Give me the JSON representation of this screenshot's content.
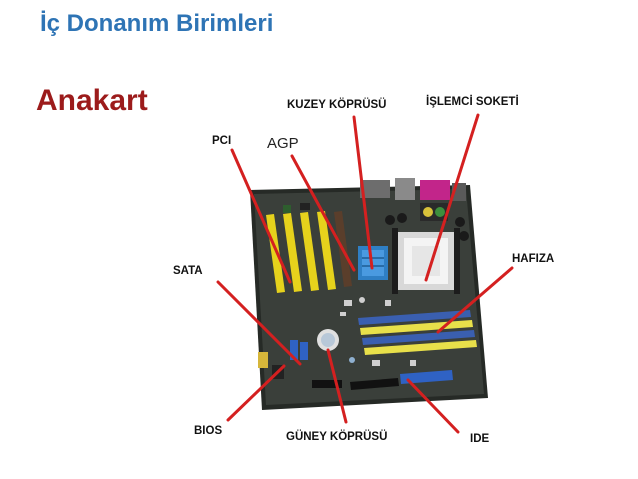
{
  "slide": {
    "title": "İç Donanım Birimleri",
    "subtitle": "Anakart"
  },
  "labels": {
    "kuzey_koprusu": "KUZEY KÖPRÜSÜ",
    "islemci_soketi": "İŞLEMCİ SOKETİ",
    "pci": "PCI",
    "agp": "AGP",
    "hafiza": "HAFIZA",
    "sata": "SATA",
    "bios": "BIOS",
    "guney_koprusu": "GÜNEY KÖPRÜSÜ",
    "ide": "IDE"
  },
  "colors": {
    "title": "#2e74b5",
    "subtitle": "#9c1b1b",
    "pointer": "#d42020",
    "board": "#3a3f3a",
    "pci_slot": "#e6d21c",
    "agp_slot": "#5a3e2b",
    "dimm_yellow": "#e8e04a",
    "dimm_blue": "#3a5fb0",
    "northbridge": "#2f7fc4",
    "socket": "#f2f2f2"
  }
}
